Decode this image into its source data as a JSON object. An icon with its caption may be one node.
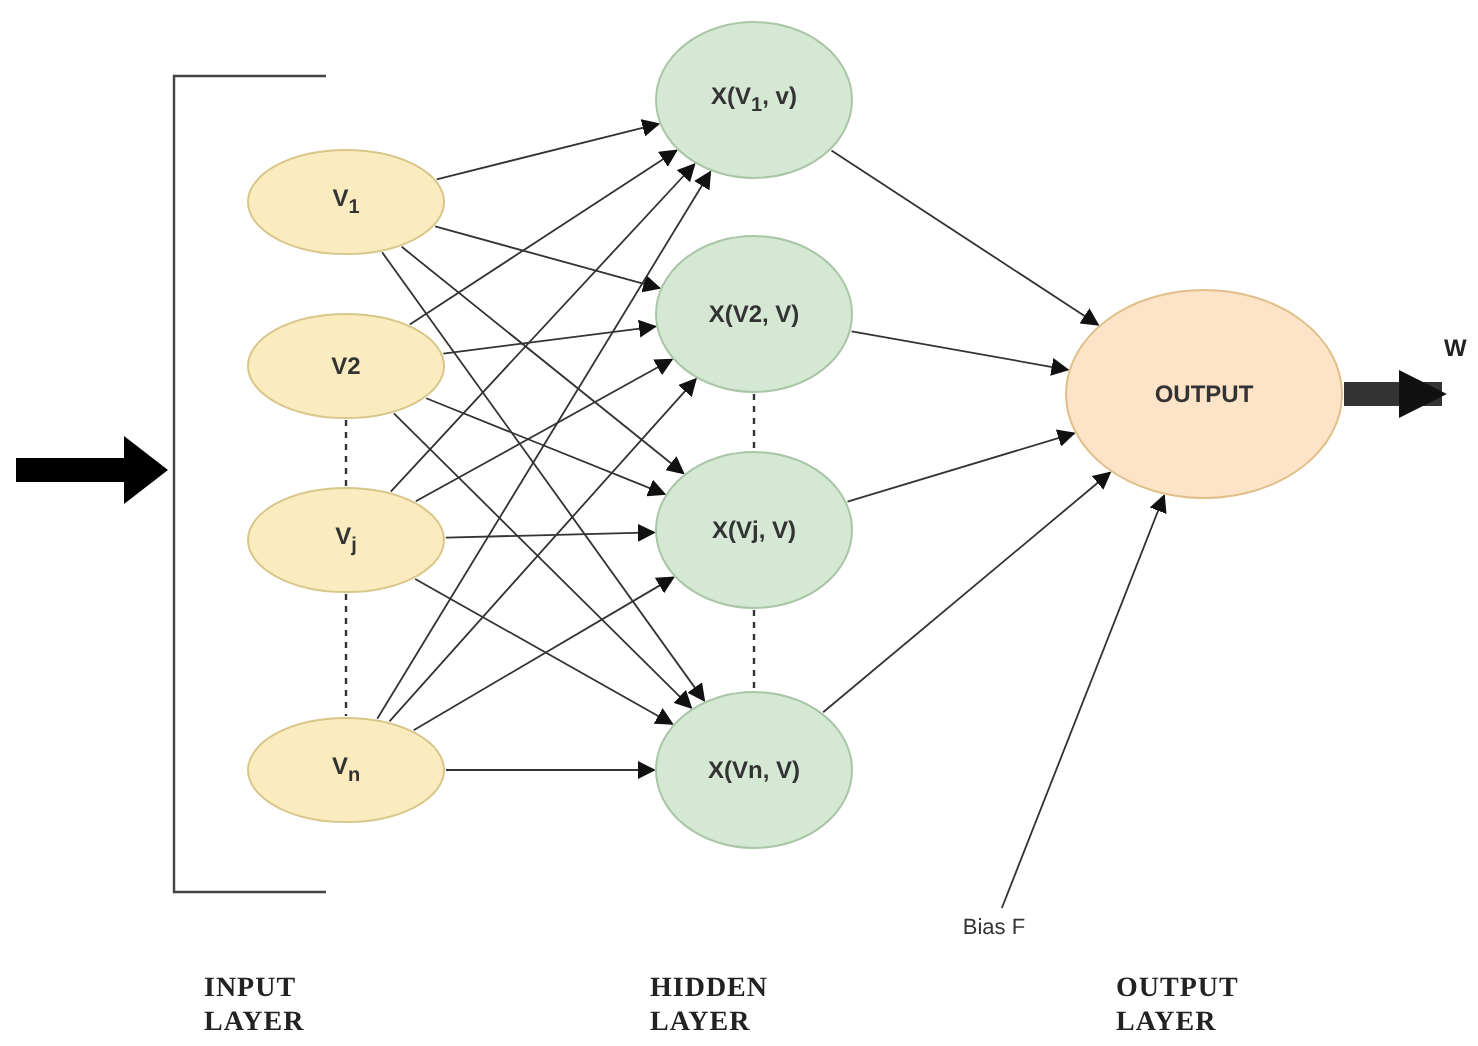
{
  "diagram": {
    "nodes": [
      {
        "text": [
          "V$_{1}$"
        ]
      },
      {
        "text": [
          "V2"
        ]
      },
      {
        "text": [
          "V$_{j}$"
        ]
      },
      {
        "text": [
          "V$_{n}$"
        ]
      },
      {
        "text": [
          "X(V$_{1}$, v)"
        ]
      },
      {
        "text": [
          "X(V2, V)"
        ]
      },
      {
        "text": [
          "X(Vj, V)"
        ]
      },
      {
        "text": [
          "X(Vn, V)"
        ]
      },
      {
        "text": [
          "OUTPUT"
        ]
      },
      {
        "text": [
          "Bias F"
        ]
      }
    ],
    "edges": [
      {
        "from": 0,
        "to": 4,
        "arrow": "to"
      },
      {
        "from": 0,
        "to": 5,
        "arrow": "to"
      },
      {
        "from": 0,
        "to": 6,
        "arrow": "to"
      },
      {
        "from": 0,
        "to": 7,
        "arrow": "to"
      },
      {
        "from": 1,
        "to": 4,
        "arrow": "to"
      },
      {
        "from": 1,
        "to": 5,
        "arrow": "to"
      },
      {
        "from": 1,
        "to": 6,
        "arrow": "to"
      },
      {
        "from": 1,
        "to": 7,
        "arrow": "to"
      },
      {
        "from": 2,
        "to": 4,
        "arrow": "to"
      },
      {
        "from": 2,
        "to": 5,
        "arrow": "to"
      },
      {
        "from": 2,
        "to": 6,
        "arrow": "to"
      },
      {
        "from": 2,
        "to": 7,
        "arrow": "to"
      },
      {
        "from": 3,
        "to": 4,
        "arrow": "to"
      },
      {
        "from": 3,
        "to": 5,
        "arrow": "to"
      },
      {
        "from": 3,
        "to": 6,
        "arrow": "to"
      },
      {
        "from": 3,
        "to": 7,
        "arrow": "to"
      },
      {
        "from": 4,
        "to": 8,
        "arrow": "to"
      },
      {
        "from": 5,
        "to": 8,
        "arrow": "to"
      },
      {
        "from": 6,
        "to": 8,
        "arrow": "to"
      },
      {
        "from": 7,
        "to": 8,
        "arrow": "to"
      },
      {
        "from": 9,
        "to": 8,
        "arrow": "to"
      },
      {
        "from": 8,
        "to": null,
        "arrow": "to",
        "style": "thick",
        "label": "W"
      },
      {
        "from": 1,
        "to": 2,
        "arrow": "none",
        "style": "dashed"
      },
      {
        "from": 2,
        "to": 3,
        "arrow": "none",
        "style": "dashed"
      },
      {
        "from": 5,
        "to": 6,
        "arrow": "none",
        "style": "dashed"
      },
      {
        "from": 6,
        "to": 7,
        "arrow": "none",
        "style": "dashed"
      }
    ],
    "labels": [
      "INPUT LAYER",
      "HIDDEN LAYER",
      "OUTPUT LAYER"
    ]
  }
}
